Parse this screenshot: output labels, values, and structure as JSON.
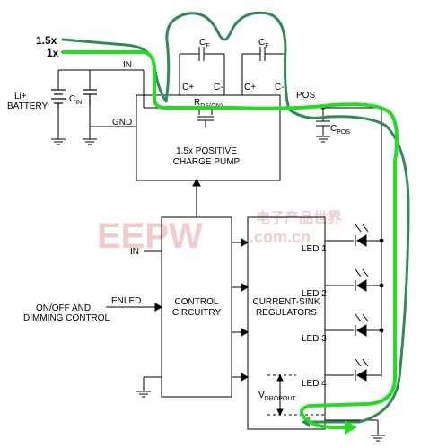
{
  "inputs": {
    "mode_1_5x": "1.5x",
    "mode_1x": "1x"
  },
  "battery": {
    "line1": "Li+",
    "line2": "BATTERY"
  },
  "cin": {
    "main": "C",
    "sub": "IN"
  },
  "cpos": {
    "main": "C",
    "sub": "POS"
  },
  "cf": {
    "main": "C",
    "sub": "F"
  },
  "pins": {
    "in_top": "IN",
    "gnd": "GND",
    "pos": "POS",
    "in_ctrl": "IN",
    "enled": "ENLED",
    "cplus": "C+",
    "cminus": "C-"
  },
  "rds": {
    "main": "R",
    "sub": "DS(ON)"
  },
  "charge_pump": {
    "line1": "1.5x POSITIVE",
    "line2": "CHARGE PUMP"
  },
  "control_input": {
    "line1": "ON/OFF AND",
    "line2": "DIMMING CONTROL"
  },
  "control_block": {
    "line1": "CONTROL",
    "line2": "CIRCUITRY"
  },
  "sink_block": {
    "line1": "CURRENT-SINK",
    "line2": "REGULATORS"
  },
  "leds": [
    "LED 1",
    "LED 2",
    "LED 3",
    "LED 4"
  ],
  "vdropout": {
    "main": "V",
    "sub": "DROPOUT"
  },
  "watermark": {
    "logo": "EEPW",
    "domain": ".com.cn",
    "cn": "电子产品世界"
  },
  "colors": {
    "path_1x": "#22dd22",
    "path_1_5x": "#2e8b57",
    "wire": "#000000",
    "watermark": "#e6a3a3"
  }
}
